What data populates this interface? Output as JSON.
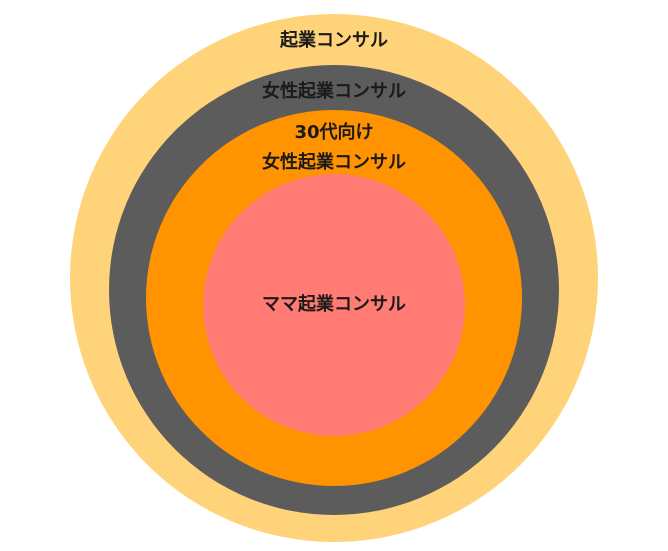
{
  "rings": [
    {
      "id": "outer",
      "label": "起業コンサル",
      "color": "#FFD37A",
      "text_color": "#1a1a1a"
    },
    {
      "id": "second",
      "label": "女性起業コンサル",
      "color": "#5C5C5C",
      "text_color": "#1a1a1a"
    },
    {
      "id": "third",
      "label_line1": "30代向け",
      "label_line2": "女性起業コンサル",
      "color": "#FF9400",
      "text_color": "#1a1a1a"
    },
    {
      "id": "inner",
      "label": "ママ起業コンサル",
      "color": "#FF7B73",
      "text_color": "#1a1a1a"
    }
  ]
}
